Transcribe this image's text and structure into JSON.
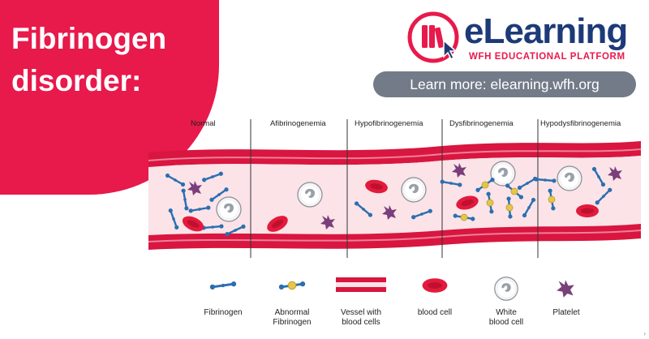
{
  "header": {
    "title_line1": "Fibrinogen",
    "title_line2": "disorder:"
  },
  "logo": {
    "name": "eLearning",
    "tagline": "WFH EDUCATIONAL PLATFORM"
  },
  "learn_more": "Learn more: elearning.wfh.org",
  "columns": [
    {
      "label": "Normal"
    },
    {
      "label": "Afibrinogenemia"
    },
    {
      "label": "Hypofibrinogenemia"
    },
    {
      "label": "Dysfibrinogenemia"
    },
    {
      "label": "Hypodysfibrinogenemia"
    }
  ],
  "legend": [
    {
      "label": "Fibrinogen",
      "icon": "fibrinogen-icon"
    },
    {
      "label": "Abnormal\nFibrinogen",
      "icon": "abnormal-fibrinogen-icon"
    },
    {
      "label": "Vessel with\nblood cells",
      "icon": "vessel-icon"
    },
    {
      "label": "blood cell",
      "icon": "red-blood-cell-icon"
    },
    {
      "label": "White\nblood cell",
      "icon": "white-blood-cell-icon"
    },
    {
      "label": "Platelet",
      "icon": "platelet-icon"
    }
  ],
  "colors": {
    "brand_red": "#e8194b",
    "brand_navy": "#1d3a78",
    "vessel_wall": "#d8163f",
    "vessel_inner": "#fbe3e8",
    "fibrinogen": "#2a6fb0",
    "abnormal_node": "#e6c64a",
    "platelet": "#7a3f7a",
    "bar_gray": "#737b88"
  },
  "corner_mark": "›"
}
